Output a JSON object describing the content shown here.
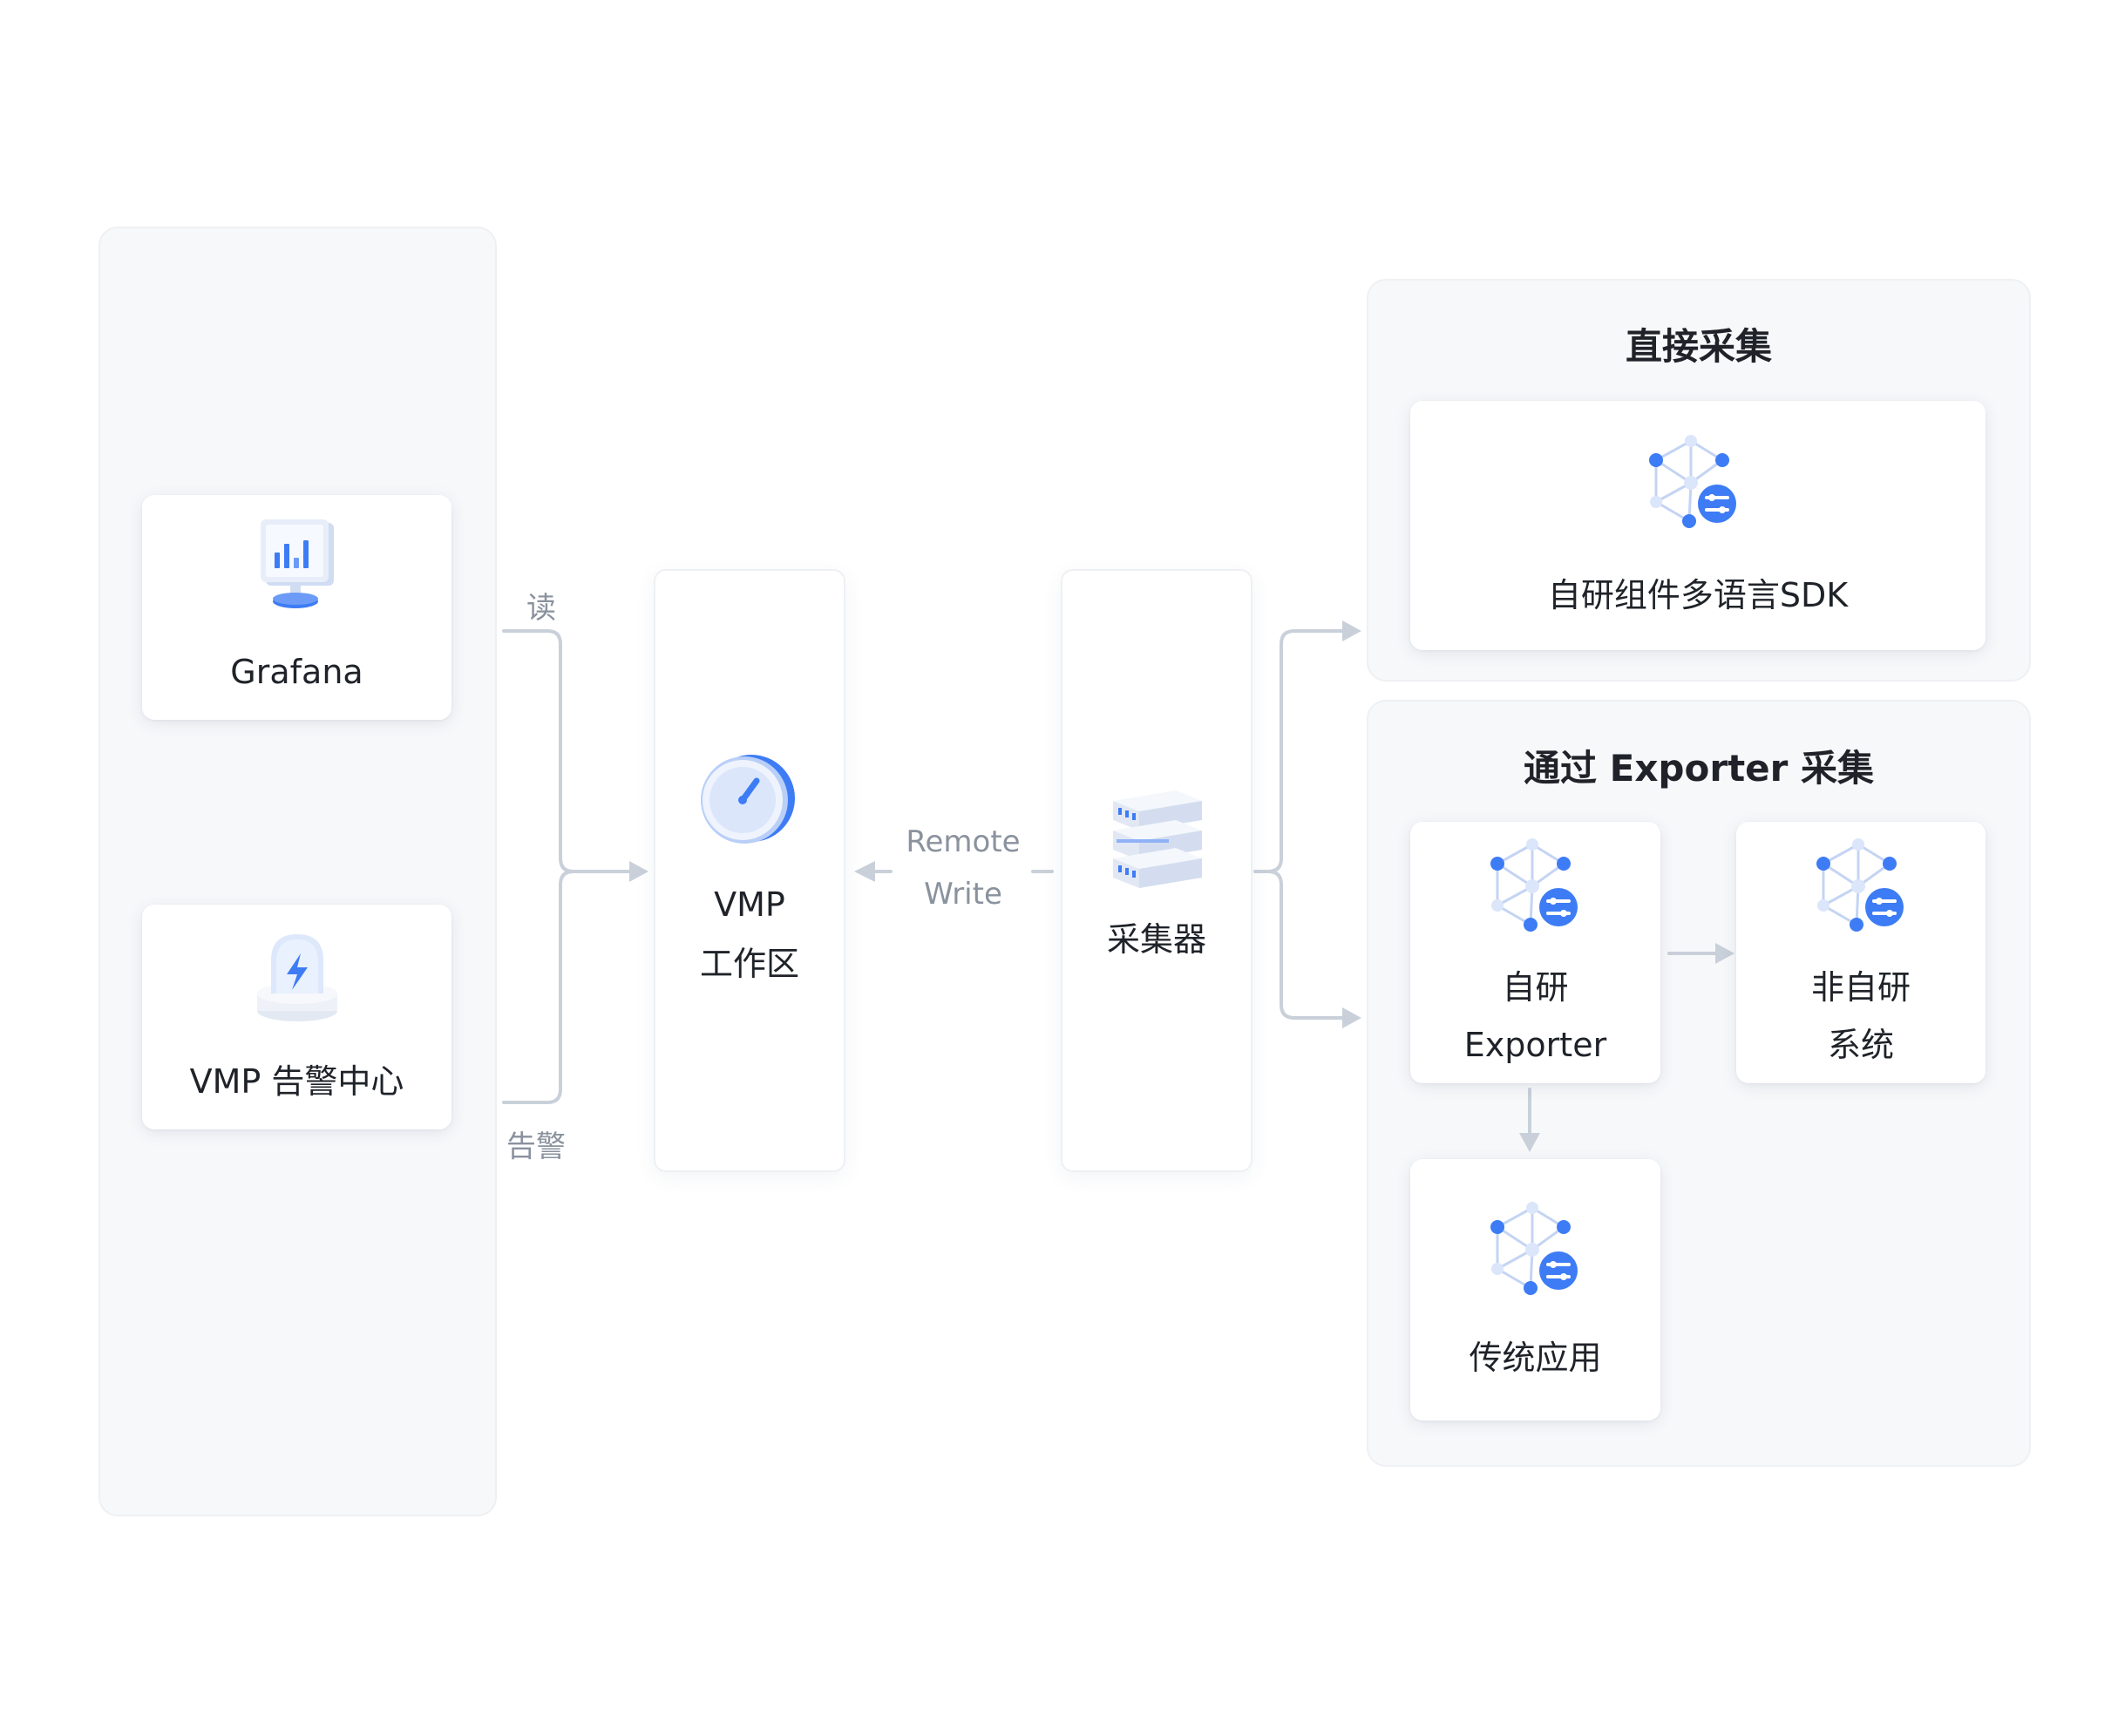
{
  "clients": {
    "grafana_label": "Grafana",
    "alert_center_label": "VMP 告警中心"
  },
  "edges": {
    "read_label": "读",
    "alert_label": "告警",
    "remote_write_line1": "Remote",
    "remote_write_line2": "Write"
  },
  "workspace": {
    "line1": "VMP",
    "line2": "工作区"
  },
  "collector": {
    "label": "采集器"
  },
  "direct_collection": {
    "title": "直接采集",
    "sdk_label": "自研组件多语言SDK"
  },
  "exporter_collection": {
    "title": "通过 Exporter 采集",
    "self_exporter_line1": "自研",
    "self_exporter_line2": "Exporter",
    "non_self_line1": "非自研",
    "non_self_line2": "系统",
    "legacy_label": "传统应用"
  },
  "icons": {
    "grafana": "monitor-chart-icon",
    "alert": "alarm-beacon-icon",
    "workspace": "gauge-icon",
    "collector": "server-rack-icon",
    "component": "network-node-settings-icon"
  },
  "colors": {
    "accent": "#3d7cf5",
    "connector": "#c9d0da",
    "panel_bg": "#f7f8fa"
  }
}
